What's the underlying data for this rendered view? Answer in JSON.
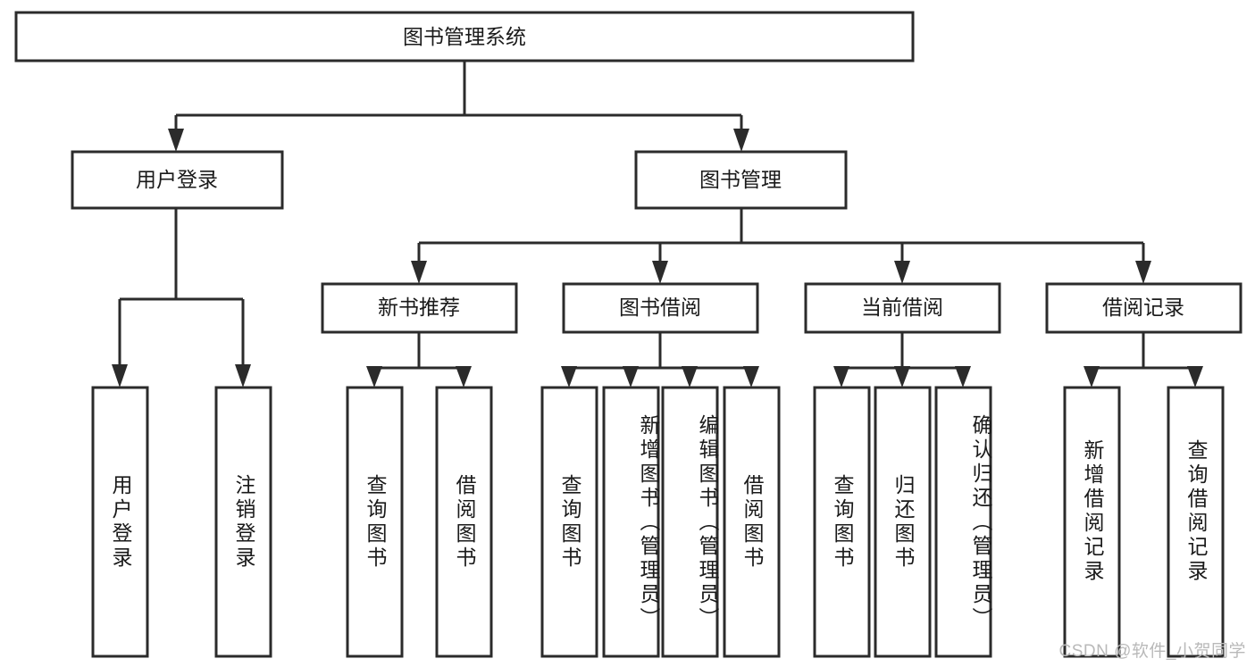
{
  "diagram": {
    "title_text": "图书管理系统",
    "watermark": "CSDN @软件_小贺同学",
    "colors": {
      "stroke": "#2b2b2b",
      "fill": "#ffffff",
      "text": "#1a1a1a",
      "watermark": "#b9b9b9"
    },
    "levels": {
      "root": {
        "label": "图书管理系统"
      },
      "level2": [
        {
          "label": "用户登录"
        },
        {
          "label": "图书管理"
        }
      ],
      "level3": [
        {
          "label": "新书推荐"
        },
        {
          "label": "图书借阅"
        },
        {
          "label": "当前借阅"
        },
        {
          "label": "借阅记录"
        }
      ],
      "leaves": [
        {
          "label": "用户登录",
          "parent": "用户登录"
        },
        {
          "label": "注销登录",
          "parent": "用户登录"
        },
        {
          "label": "查询图书",
          "parent": "新书推荐"
        },
        {
          "label": "借阅图书",
          "parent": "新书推荐"
        },
        {
          "label": "查询图书",
          "parent": "图书借阅"
        },
        {
          "label": "新增图书（管理员）",
          "parent": "图书借阅"
        },
        {
          "label": "编辑图书（管理员）",
          "parent": "图书借阅"
        },
        {
          "label": "借阅图书",
          "parent": "图书借阅"
        },
        {
          "label": "查询图书",
          "parent": "当前借阅"
        },
        {
          "label": "归还图书",
          "parent": "当前借阅"
        },
        {
          "label": "确认归还（管理员）",
          "parent": "当前借阅"
        },
        {
          "label": "新增借阅记录",
          "parent": "借阅记录"
        },
        {
          "label": "查询借阅记录",
          "parent": "借阅记录"
        }
      ]
    }
  }
}
